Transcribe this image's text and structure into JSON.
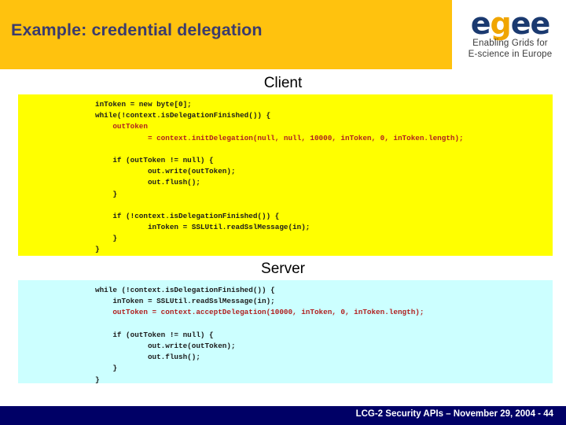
{
  "header": {
    "title": "Example: credential delegation",
    "band_color": "#ffc20e",
    "title_color": "#3b3b6d"
  },
  "logo": {
    "name": "egee-logo",
    "letters": [
      "e",
      "g",
      "e",
      "e"
    ],
    "letter_colors": [
      "#1b3a70",
      "#f0a500",
      "#1b3a70",
      "#1b3a70"
    ],
    "tagline_line1": "Enabling Grids for",
    "tagline_line2": "E-science in Europe"
  },
  "client": {
    "label": "Client",
    "panel_color": "#ffff00",
    "code_lines": [
      {
        "text": "inToken = new byte[0];",
        "highlight": false
      },
      {
        "text": "while(!context.isDelegationFinished()) {",
        "highlight": false
      },
      {
        "text": "    outToken",
        "highlight": true
      },
      {
        "text": "            = context.initDelegation(null, null, 10000, inToken, 0, inToken.length);",
        "highlight": true
      },
      {
        "text": "",
        "highlight": false
      },
      {
        "text": "    if (outToken != null) {",
        "highlight": false
      },
      {
        "text": "            out.write(outToken);",
        "highlight": false
      },
      {
        "text": "            out.flush();",
        "highlight": false
      },
      {
        "text": "    }",
        "highlight": false
      },
      {
        "text": "",
        "highlight": false
      },
      {
        "text": "    if (!context.isDelegationFinished()) {",
        "highlight": false
      },
      {
        "text": "            inToken = SSLUtil.readSslMessage(in);",
        "highlight": false
      },
      {
        "text": "    }",
        "highlight": false
      },
      {
        "text": "}",
        "highlight": false
      }
    ]
  },
  "server": {
    "label": "Server",
    "panel_color": "#ccffff",
    "code_lines": [
      {
        "text": "while (!context.isDelegationFinished()) {",
        "highlight": false
      },
      {
        "text": "    inToken = SSLUtil.readSslMessage(in);",
        "highlight": false
      },
      {
        "text": "    outToken = context.acceptDelegation(10000, inToken, 0, inToken.length);",
        "highlight": true
      },
      {
        "text": "",
        "highlight": false
      },
      {
        "text": "    if (outToken != null) {",
        "highlight": false
      },
      {
        "text": "            out.write(outToken);",
        "highlight": false
      },
      {
        "text": "            out.flush();",
        "highlight": false
      },
      {
        "text": "    }",
        "highlight": false
      },
      {
        "text": "}",
        "highlight": false
      }
    ]
  },
  "footer": {
    "text": "LCG-2 Security APIs – November 29, 2004  - 44",
    "bar_color": "#000066"
  },
  "code_highlight_color": "#b02020",
  "code_text_color": "#1b1b1b"
}
